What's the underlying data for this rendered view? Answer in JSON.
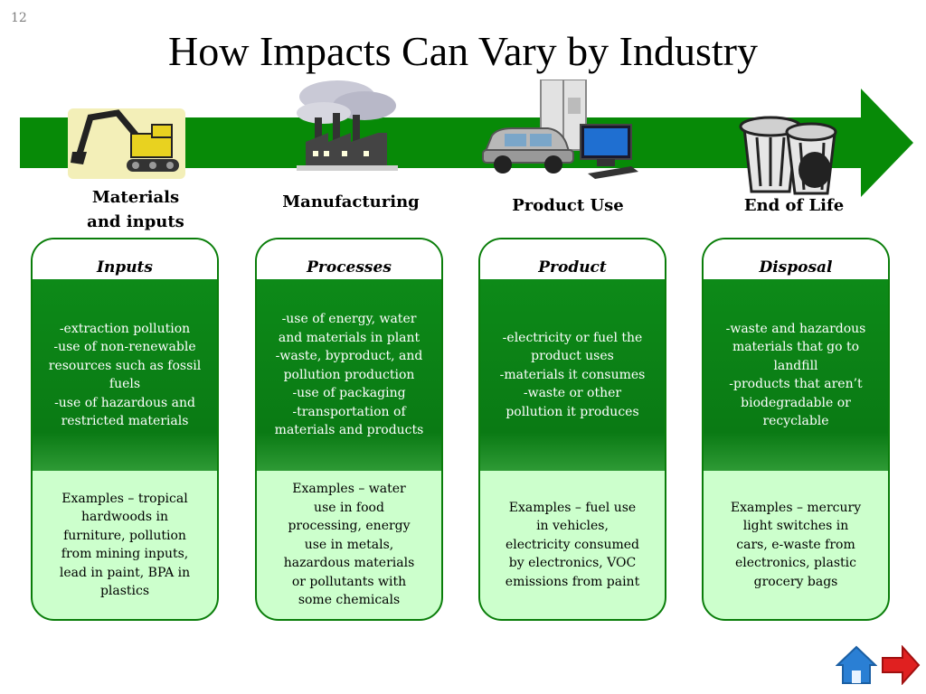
{
  "slide_number": "12",
  "title": "How Impacts Can Vary by Industry",
  "stages": [
    {
      "label": "Materials\nand inputs",
      "clipart": "excavator-icon"
    },
    {
      "label": "Manufacturing",
      "clipart": "factory-icon"
    },
    {
      "label": "Product Use",
      "clipart": "products-icon"
    },
    {
      "label": "End of Life",
      "clipart": "trash-cans-icon"
    }
  ],
  "cards": [
    {
      "heading": "Inputs",
      "impacts": "-extraction pollution\n-use of non-renewable\nresources such as fossil\nfuels\n-use of hazardous and\nrestricted materials",
      "examples": "Examples – tropical\nhardwoods in\nfurniture,  pollution\nfrom mining inputs,\nlead in paint, BPA in\nplastics"
    },
    {
      "heading": "Processes",
      "impacts": "-use of energy, water\nand materials in plant\n-waste, byproduct, and\npollution production\n-use of packaging\n-transportation of\nmaterials and products",
      "examples": "Examples – water\nuse in food\nprocessing, energy\nuse in metals,\nhazardous materials\nor pollutants with\nsome chemicals"
    },
    {
      "heading": "Product",
      "impacts": "-electricity or fuel the\nproduct uses\n-materials it consumes\n-waste or other\npollution it produces",
      "examples": "Examples – fuel use\nin vehicles,\nelectricity consumed\nby electronics, VOC\nemissions from paint"
    },
    {
      "heading": "Disposal",
      "impacts": "-waste and hazardous\nmaterials that go to\nlandfill\n-products that aren’t\nbiodegradable or\nrecyclable",
      "examples": "Examples – mercury\nlight switches in\ncars, e-waste from\nelectronics, plastic\ngrocery bags"
    }
  ],
  "nav": {
    "home": "home-icon",
    "next": "next-arrow-icon"
  },
  "colors": {
    "arrow": "#078a07",
    "card_dark": "#0a7d0a",
    "card_light": "#ccffcc",
    "nav_home": "#2a7fd4",
    "nav_next": "#e02020"
  }
}
